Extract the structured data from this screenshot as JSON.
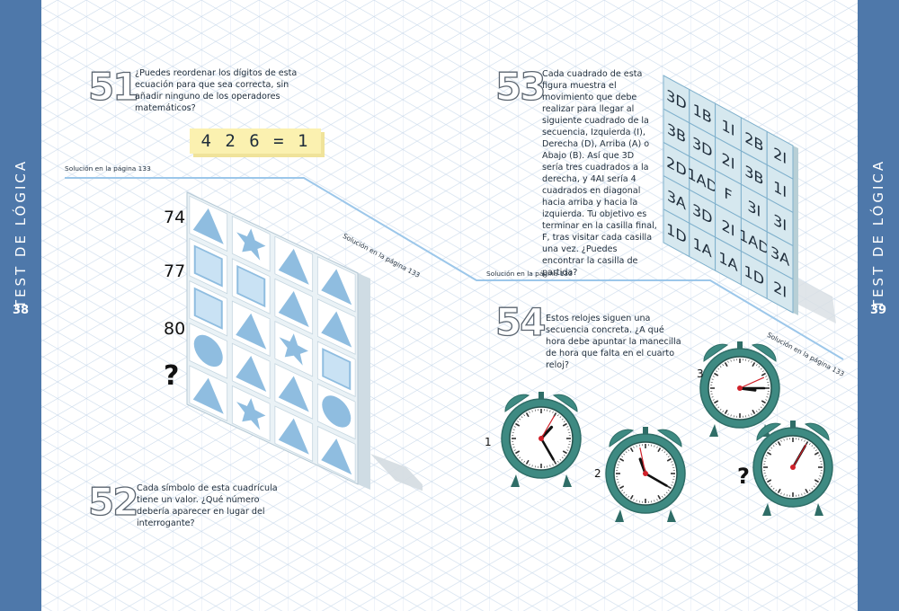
{
  "sidebar": {
    "left_title": "TEST DE LÓGICA",
    "right_title": "TEST DE LÓGICA",
    "left_page": "38",
    "right_page": "39"
  },
  "colors": {
    "band": "#4e78aa",
    "grid": "#c9d9ea",
    "shape": "#8fbde0",
    "tile": "#d6e8ef",
    "clock": "#3e8a82"
  },
  "puzzle51": {
    "number": "51",
    "text": "¿Puedes reordenar los dígitos de esta ecuación para que sea correcta, sin añadir ninguno de los operadores matemáticos?",
    "equation": "4 2 6 = 1",
    "solution": "Solución en la página 133"
  },
  "puzzle52": {
    "number": "52",
    "text": "Cada símbolo de esta cuadrícula tiene un valor. ¿Qué número debería aparecer en lugar del interrogante?",
    "row_values": [
      "74",
      "77",
      "80",
      "?"
    ],
    "grid": [
      [
        "triangle",
        "star",
        "triangle",
        "triangle"
      ],
      [
        "square",
        "square",
        "triangle",
        "triangle"
      ],
      [
        "square",
        "triangle",
        "star",
        "square"
      ],
      [
        "circle",
        "triangle",
        "triangle",
        "circle"
      ],
      [
        "triangle",
        "star",
        "triangle",
        "triangle"
      ]
    ],
    "solution": "Solución en la página 133"
  },
  "puzzle53": {
    "number": "53",
    "text": "Cada cuadrado de esta figura muestra el movimiento que debe realizar para llegar al siguiente cuadrado de la secuencia, Izquierda (I), Derecha (D), Arriba (A) o Abajo (B). Así que 3D sería tres cuadrados a la derecha, y 4AI sería 4 cuadrados en diagonal hacia arriba y hacia la izquierda. Tu objetivo es terminar en la casilla final, F, tras visitar cada casilla una vez. ¿Puedes encontrar la casilla de partida?",
    "grid": [
      [
        "3D",
        "1B",
        "1I",
        "2B",
        "2I"
      ],
      [
        "3B",
        "3D",
        "2I",
        "3B",
        "1I"
      ],
      [
        "2D",
        "1AD",
        "F",
        "3I",
        "3I"
      ],
      [
        "3A",
        "3D",
        "2I",
        "1AD",
        "3A"
      ],
      [
        "1D",
        "1A",
        "1A",
        "1D",
        "2I"
      ]
    ],
    "solution": "Solución en la página 133"
  },
  "puzzle54": {
    "number": "54",
    "text": "Estos relojes siguen una secuencia concreta. ¿A qué hora debe apuntar la manecilla de hora que falta en el cuarto reloj?",
    "clocks": [
      {
        "label": "1",
        "hour": 1,
        "minute": 25,
        "second": 5
      },
      {
        "label": "2",
        "hour": 11,
        "minute": 20,
        "second": 58
      },
      {
        "label": "3",
        "hour": 3,
        "minute": 15,
        "second": 11
      },
      {
        "label": "?",
        "hour": null,
        "minute": 5,
        "second": 5
      }
    ],
    "solution": "Solución en la página 133"
  }
}
